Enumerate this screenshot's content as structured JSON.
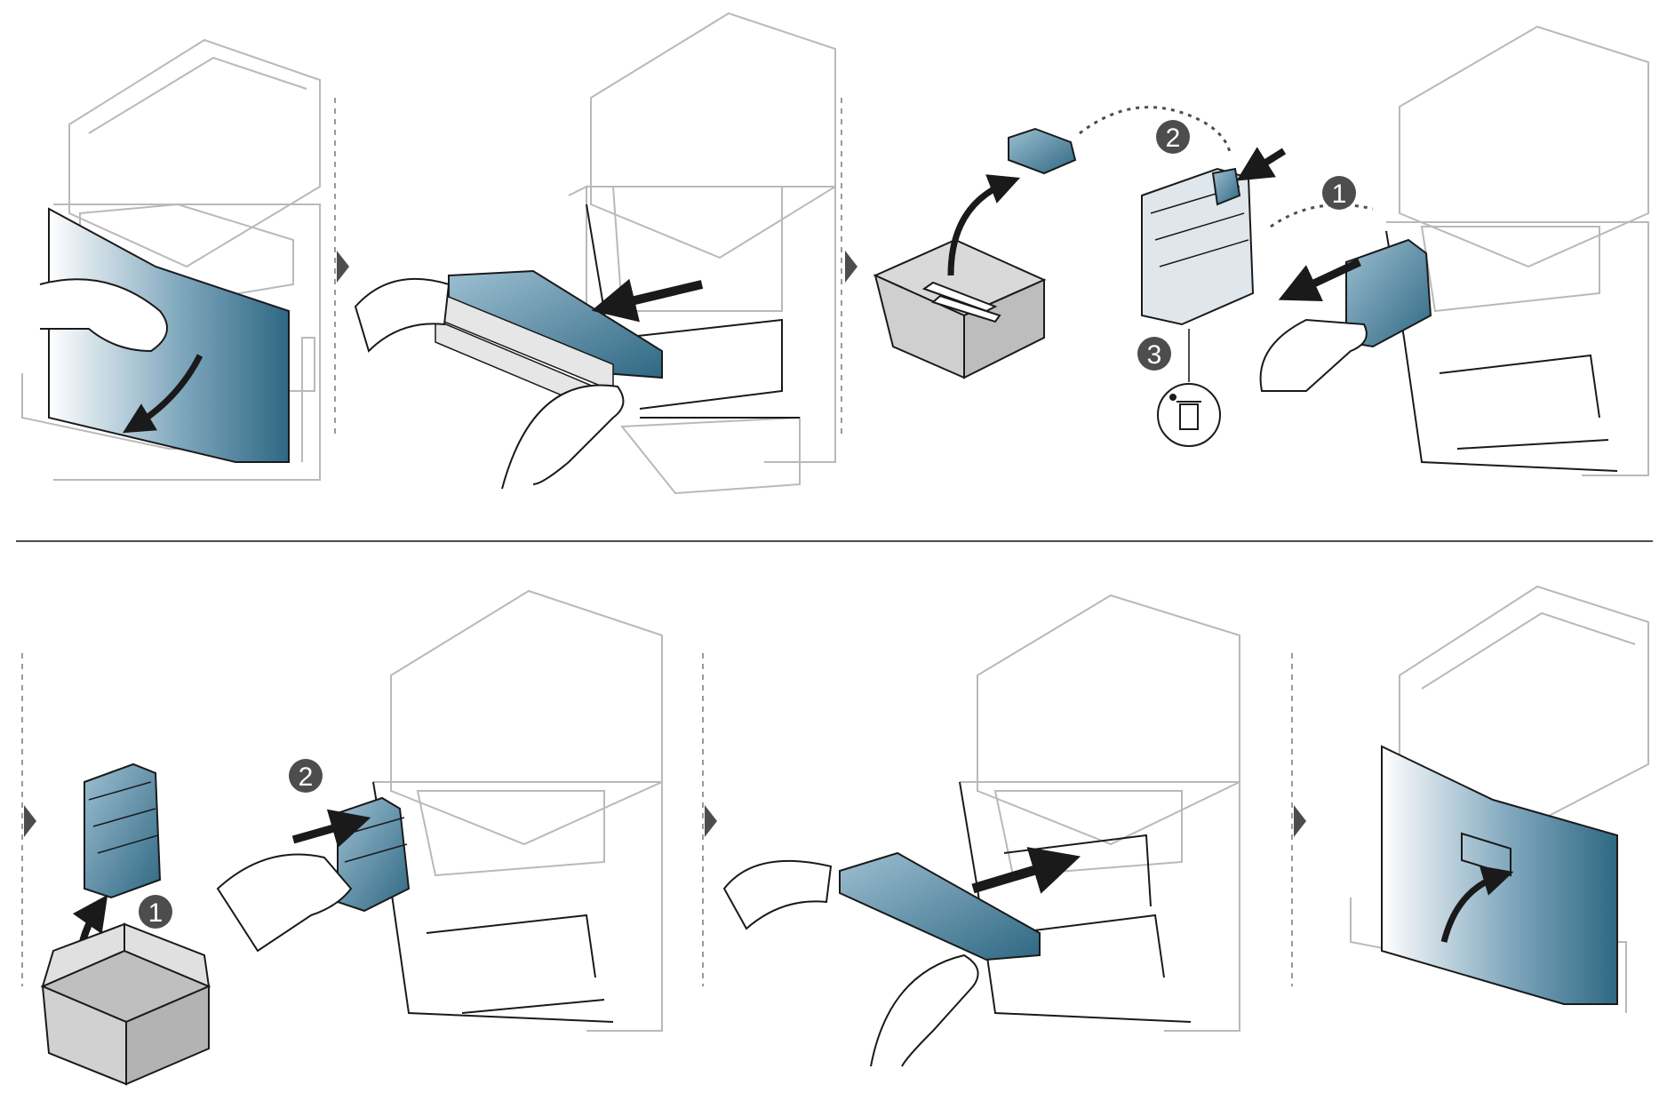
{
  "colors": {
    "accent": "#3d7693",
    "accent_light": "#dbe8ef",
    "outline": "#b9b9b9",
    "dark": "#1a1a1a",
    "badge": "#4d4d4d",
    "box_fill": "#d9d9d9"
  },
  "badges": {
    "top_panel3_step1": "1",
    "top_panel3_step2": "2",
    "top_panel3_step3": "3",
    "bottom_panel1_step1": "1",
    "bottom_panel2_step2": "2"
  },
  "icons": {
    "dispose": "trash-disposal-icon",
    "step_arrow": "play-triangle-icon"
  }
}
